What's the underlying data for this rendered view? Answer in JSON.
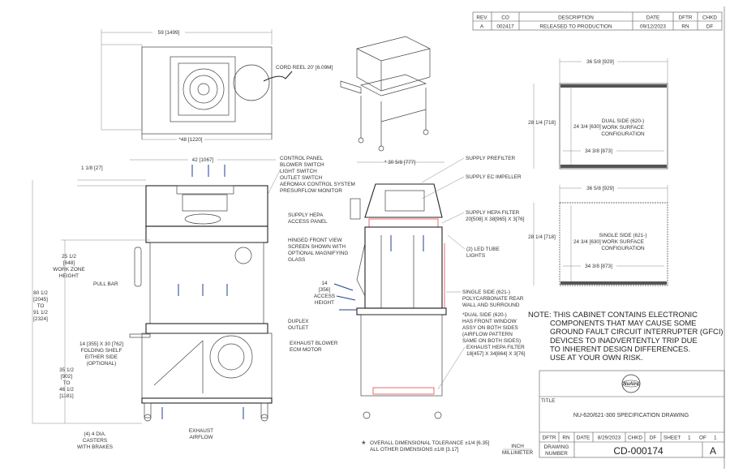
{
  "revision_table": {
    "headers": [
      "REV",
      "CO",
      "DESCRIPTION",
      "DATE",
      "DFTR",
      "CHKD"
    ],
    "row": [
      "A",
      "002417",
      "RELEASED TO PRODUCTION",
      "09/12/2023",
      "RN",
      "DF"
    ]
  },
  "top_view": {
    "width_dim": "59 [1499]",
    "depth_dim": "*48 [1220]",
    "cord_reel": "CORD REEL 20' [6.09M]"
  },
  "front_view": {
    "width_dim": "42 [1067]",
    "top_offset": "1 1/8 [27]",
    "control_panel": [
      "CONTROL PANEL",
      "BLOWER SWITCH",
      "LIGHT SWITCH",
      "OUTLET SWITCH",
      "AEROMAX CONTROL SYSTEM",
      "PRESURFLOW MONITOR"
    ],
    "supply_hepa_access": [
      "SUPPLY HEPA",
      "ACCESS PANEL"
    ],
    "hinged_screen": [
      "HINGED FRONT VIEW",
      "SCREEN SHOWN WITH",
      "OPTIONAL MAGNIFYING",
      "GLASS"
    ],
    "work_zone": [
      "25 1/2",
      "[648]",
      "WORK ZONE",
      "HEIGHT"
    ],
    "pull_bar": "PULL BAR",
    "overall_height": [
      "80 1/2",
      "[2045]",
      "TO",
      "91 1/2",
      "[2324]"
    ],
    "folding_shelf": [
      "14 [355] X 30 [762]",
      "FOLDING SHELF",
      "EITHER SIDE",
      "(OPTIONAL)"
    ],
    "base_height": [
      "35 1/2",
      "[902]",
      "TO",
      "46 1/2",
      "[1181]"
    ],
    "casters": [
      "(4) 4 DIA.",
      "CASTERS",
      "WITH BRAKES"
    ],
    "exhaust_airflow": [
      "EXHAUST",
      "AIRFLOW"
    ],
    "duplex_outlet": [
      "DUPLEX",
      "OUTLET"
    ],
    "exhaust_blower": [
      "EXHAUST BLOWER",
      "ECM MOTOR"
    ],
    "access_height": [
      "14",
      "[356]",
      "ACCESS",
      "HEIGHT"
    ]
  },
  "side_view": {
    "depth_dim": "* 30 5/8 [777]",
    "supply_prefilter": "SUPPLY PREFILTER",
    "supply_impeller": "SUPPLY EC IMPELLER",
    "supply_hepa_filter": [
      "SUPPLY HEPA FILTER",
      "20[508] X 38[965] X 3[76]"
    ],
    "led_lights": [
      "(2) LED TUBE",
      "LIGHTS"
    ],
    "single_side": [
      "SINGLE SIDE (621-)",
      "POLYCARBONATE REAR",
      "WALL AND SURROUND"
    ],
    "dual_side": [
      "*DUAL SIDE (620-)",
      "HAS FRONT WINDOW",
      "ASSY ON BOTH SIDES",
      "(AIRFLOW PATTERN",
      "SAME ON BOTH SIDES)"
    ],
    "exhaust_hepa_filter": [
      "EXHAUST HEPA FILTER",
      "18[457] X 34[864] X 3[76]"
    ]
  },
  "work_surfaces": [
    {
      "width": "36 5/8 [929]",
      "depth": "28 1/4 [718]",
      "inner_depth": "24 3/4 [630]",
      "inner_width": "34 3/8 [873]",
      "label": [
        "DUAL SIDE (620-)",
        "WORK SURFACE",
        "CONFIGURATION"
      ]
    },
    {
      "width": "36 5/8 [929]",
      "depth": "28 1/4 [718]",
      "inner_depth": "24 3/4 [630]",
      "inner_width": "34 3/8 [873]",
      "label": [
        "SINGLE SIDE (621-)",
        "WORK SURFACE",
        "CONFIGURATION"
      ]
    }
  ],
  "note": [
    "NOTE: THIS CABINET CONTAINS ELECTRONIC",
    "COMPONENTS THAT MAY CAUSE SOME",
    "GROUND FAULT CIRCUIT INTERRUPTER (GFCI)",
    "DEVICES TO INADVERTENTLY TRIP DUE",
    "TO INHERENT DESIGN DIFFERENCES.",
    "USE AT YOUR OWN RISK."
  ],
  "tolerance": {
    "star": "*",
    "lines": [
      "OVERALL DIMENSIONAL TOLERANCE ±1/4 [6.35]",
      "ALL OTHER DIMENSIONS ±1/8 [3.17]"
    ],
    "units": [
      "INCH",
      "MILLIMETER"
    ]
  },
  "title_block": {
    "logo_text": "NuAire",
    "title_label": "TITLE",
    "title": "NU-620/621-300 SPECIFICATION DRAWING",
    "dftr_label": "DFTR",
    "dftr": "RN",
    "date_label": "DATE",
    "date": "8/29/2023",
    "chkd_label": "CHKD",
    "chkd": "DF",
    "sheet_label": "SHEET",
    "sheet": "1",
    "of_label": "OF",
    "of": "1",
    "drawing_number_label": [
      "DRAWING",
      "NUMBER"
    ],
    "drawing_number": "CD-000174",
    "rev": "A"
  },
  "colors": {
    "line": "#444444",
    "airflow": "#1f3f8f",
    "filter": "#e03030"
  }
}
